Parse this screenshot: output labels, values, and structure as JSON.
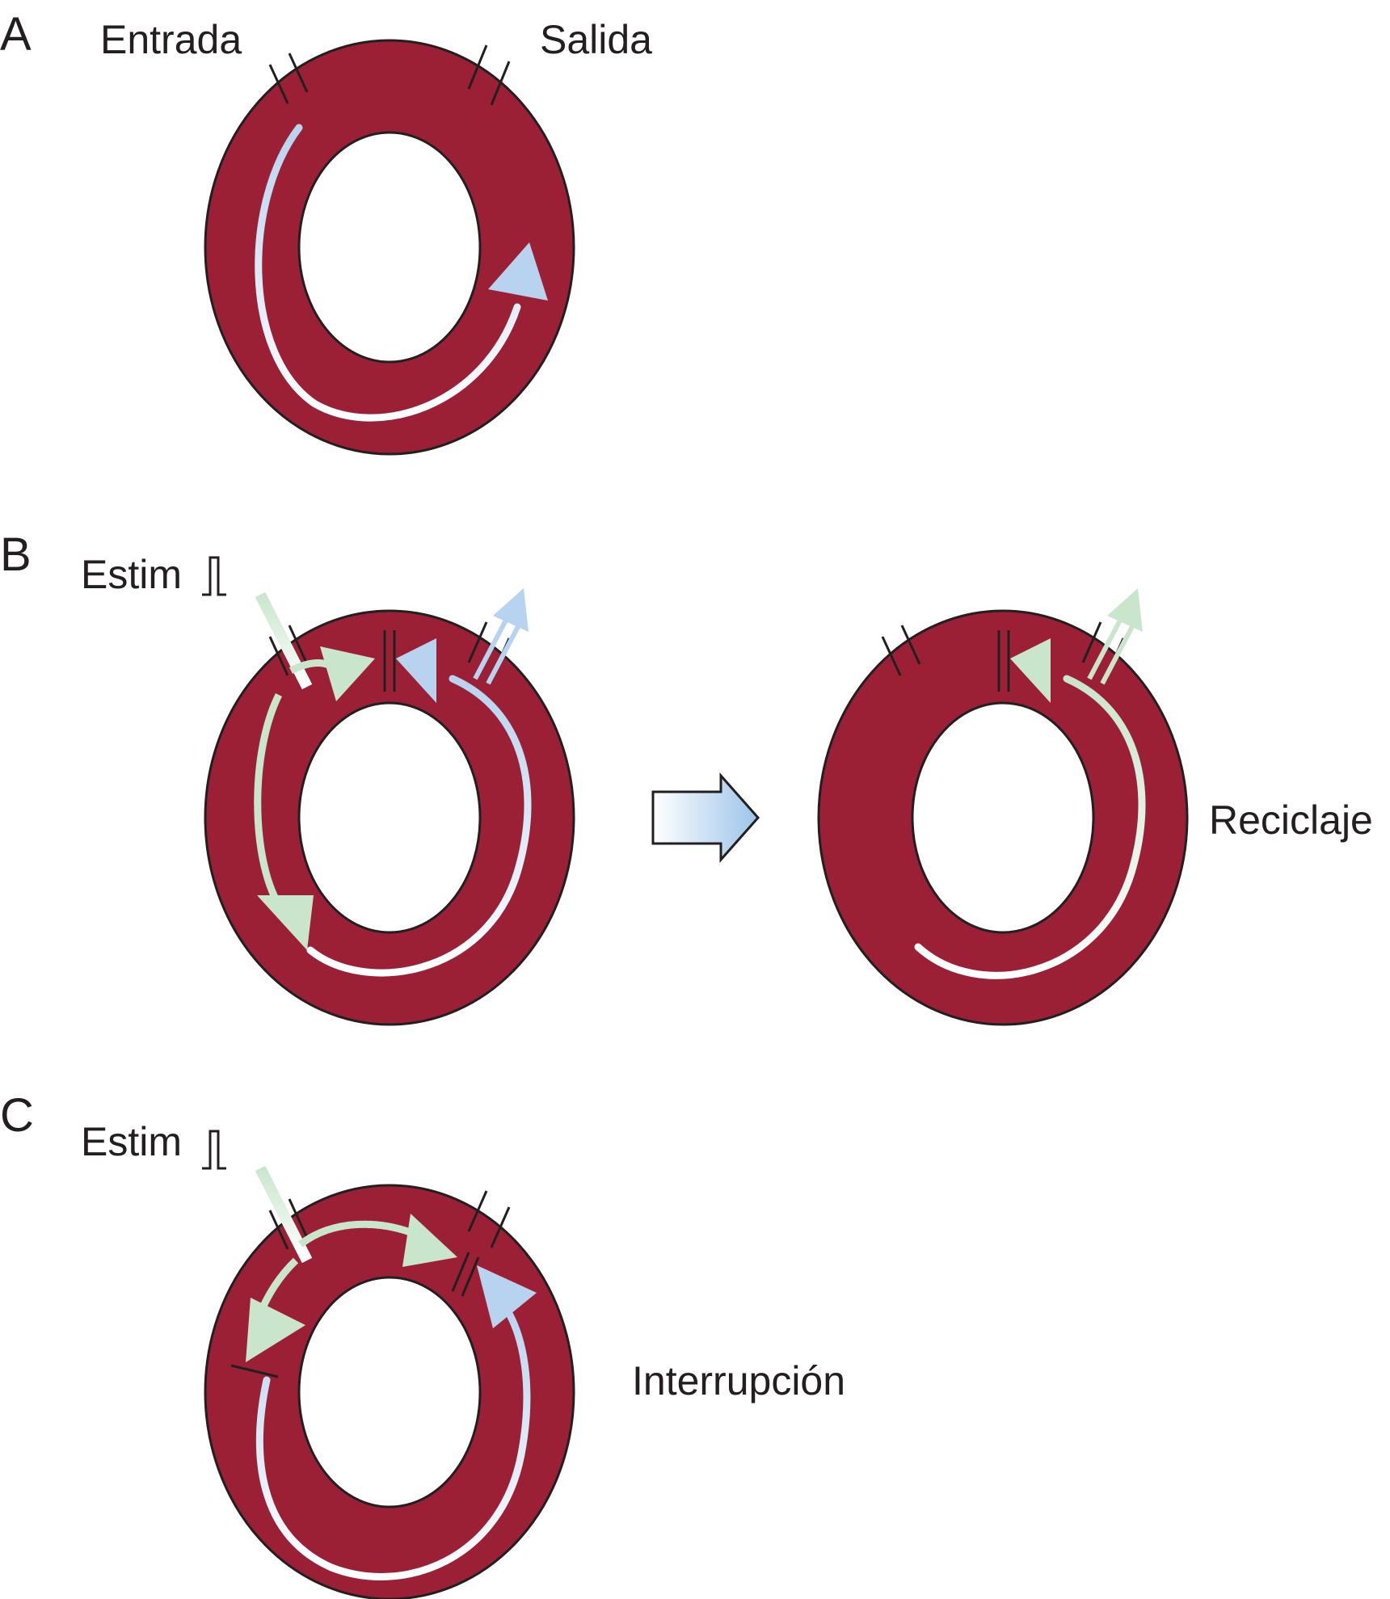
{
  "panels": {
    "a": {
      "letter": "A",
      "entry_label": "Entrada",
      "exit_label": "Salida"
    },
    "b": {
      "letter": "B",
      "stim_label": "Estim",
      "result_label": "Reciclaje"
    },
    "c": {
      "letter": "C",
      "stim_label": "Estim",
      "result_label": "Interrupción"
    }
  },
  "colors": {
    "tissue": "#9b2035",
    "outline": "#231f20",
    "wavefront_blue": "#b7d3ef",
    "wavefront_green": "#c9e6cd",
    "background": "#ffffff"
  },
  "icons": [
    "stimulus-pulse-icon",
    "transition-arrow-icon"
  ]
}
